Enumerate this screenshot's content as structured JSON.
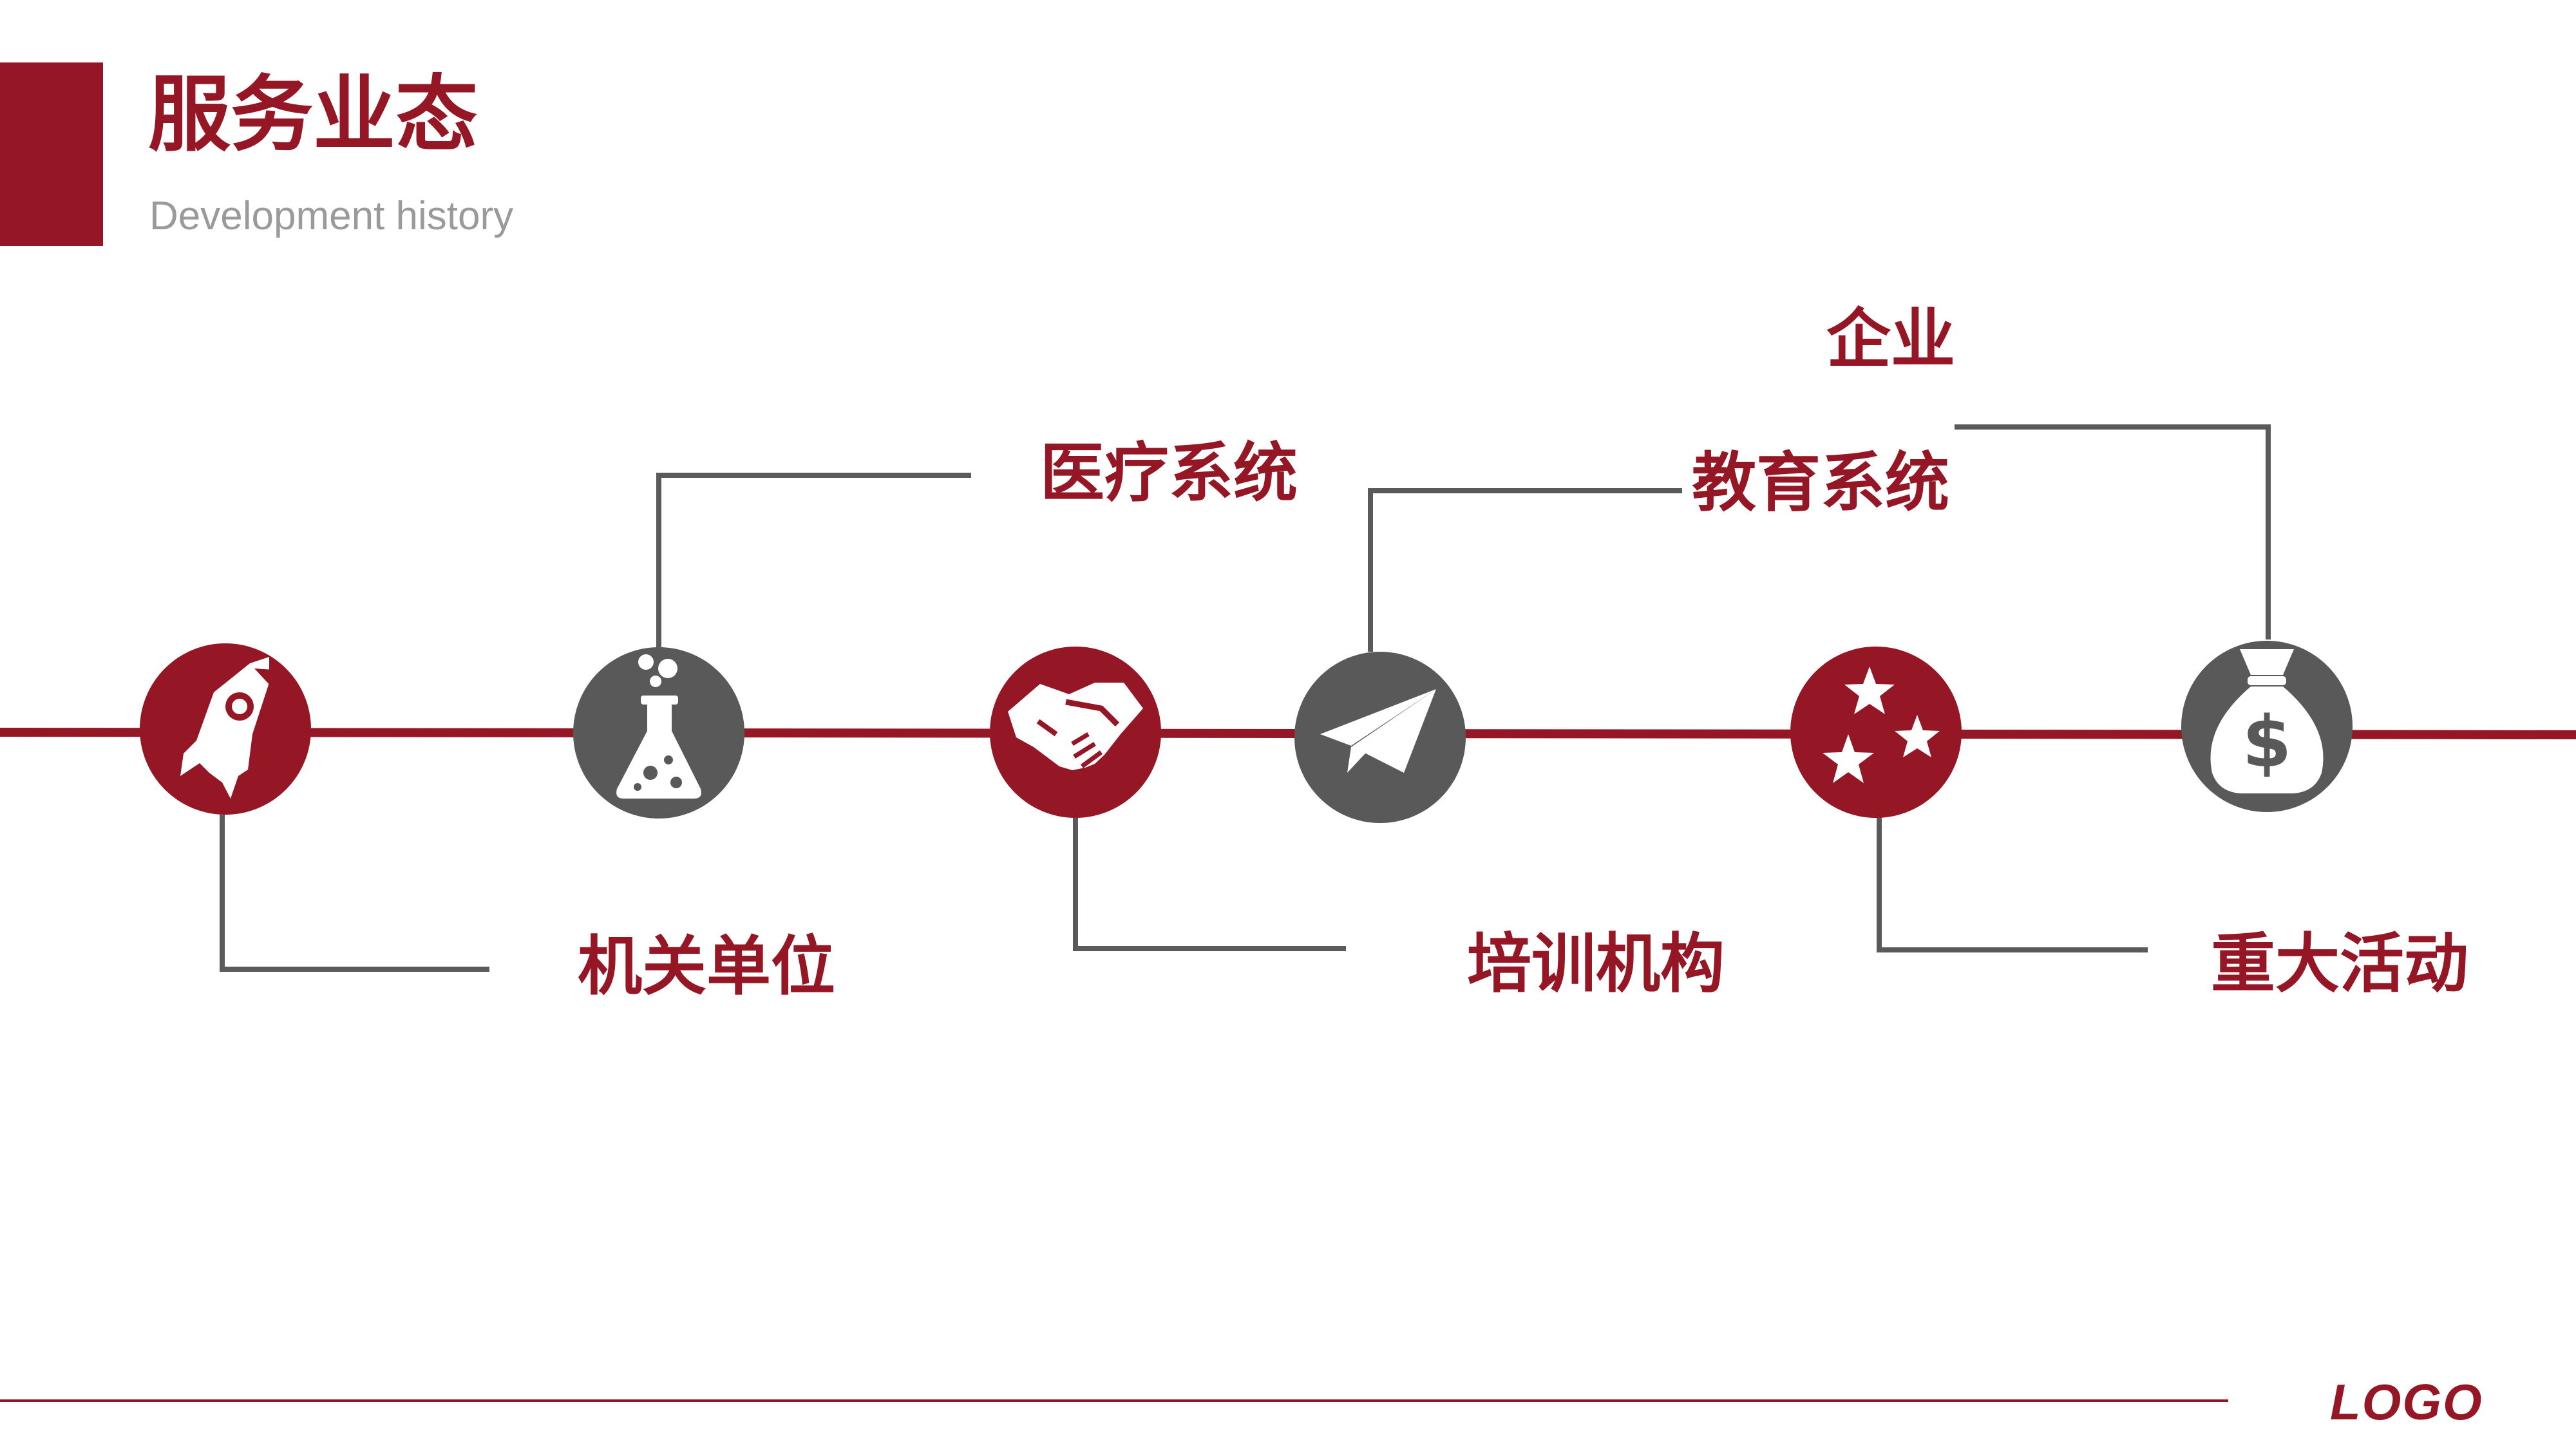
{
  "header": {
    "title": "服务业态",
    "subtitle": "Development history"
  },
  "colors": {
    "accent": "#951625",
    "gray": "#595959",
    "connector": "#5a5a5a"
  },
  "timeline": {
    "nodes": [
      {
        "icon": "rocket-icon",
        "color": "accent",
        "label": "机关单位"
      },
      {
        "icon": "flask-icon",
        "color": "gray",
        "label": "医疗系统"
      },
      {
        "icon": "handshake-icon",
        "color": "accent",
        "label": "培训机构"
      },
      {
        "icon": "paper-plane-icon",
        "color": "gray",
        "label": "教育系统"
      },
      {
        "icon": "stars-icon",
        "color": "accent",
        "label": "重大活动"
      },
      {
        "icon": "money-bag-icon",
        "color": "gray",
        "label": "企业"
      }
    ]
  },
  "footer": {
    "logo": "LOGO"
  }
}
